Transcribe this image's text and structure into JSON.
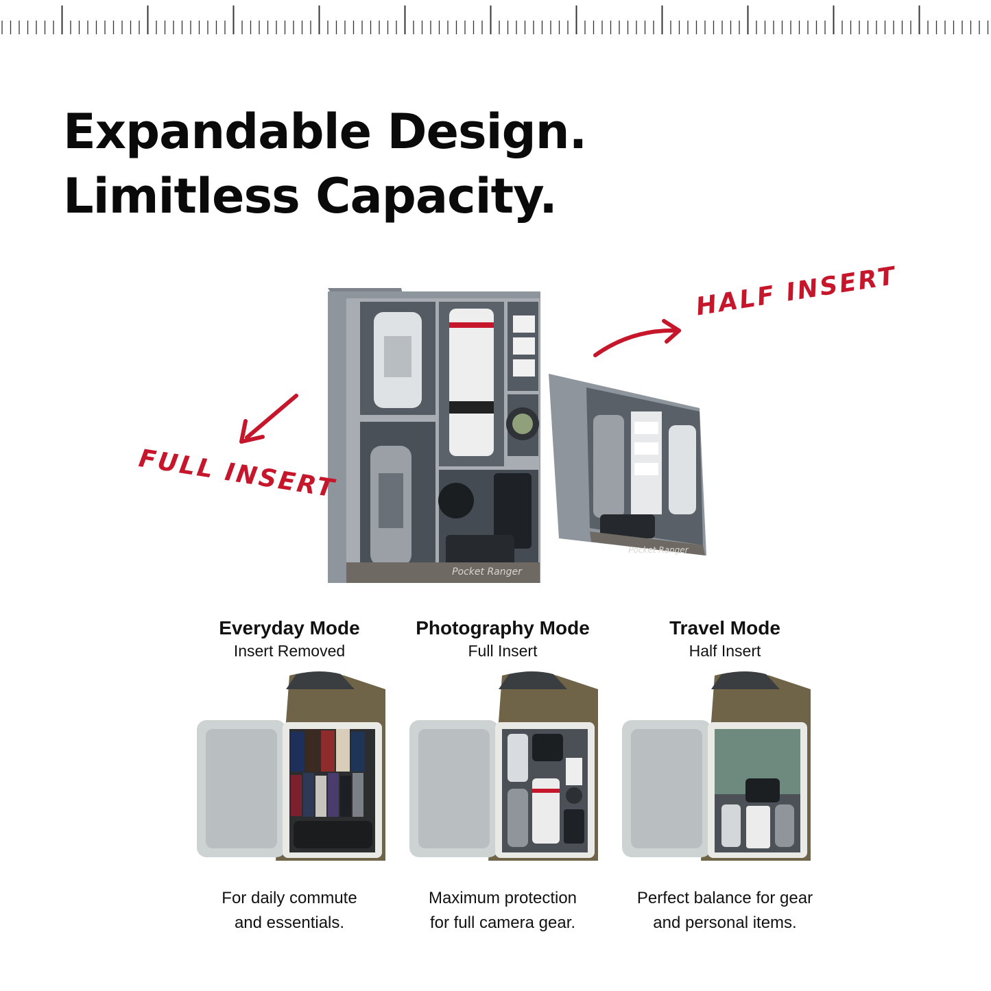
{
  "headline": {
    "line1": "Expandable Design.",
    "line2": "Limitless Capacity."
  },
  "annotations": {
    "full_insert": "FULL INSERT",
    "half_insert": "HALF INSERT",
    "accent_color": "#c5162b"
  },
  "insert_labels": {
    "full_brand": "Pocket Ranger",
    "half_brand": "Pocket Ranger"
  },
  "modes": [
    {
      "title": "Everyday Mode",
      "subtitle": "Insert Removed",
      "desc_line1": "For daily commute",
      "desc_line2": "and essentials."
    },
    {
      "title": "Photography Mode",
      "subtitle": "Full Insert",
      "desc_line1": "Maximum protection",
      "desc_line2": "for full camera gear."
    },
    {
      "title": "Travel Mode",
      "subtitle": "Half Insert",
      "desc_line1": "Perfect balance for gear",
      "desc_line2": "and personal items."
    }
  ]
}
